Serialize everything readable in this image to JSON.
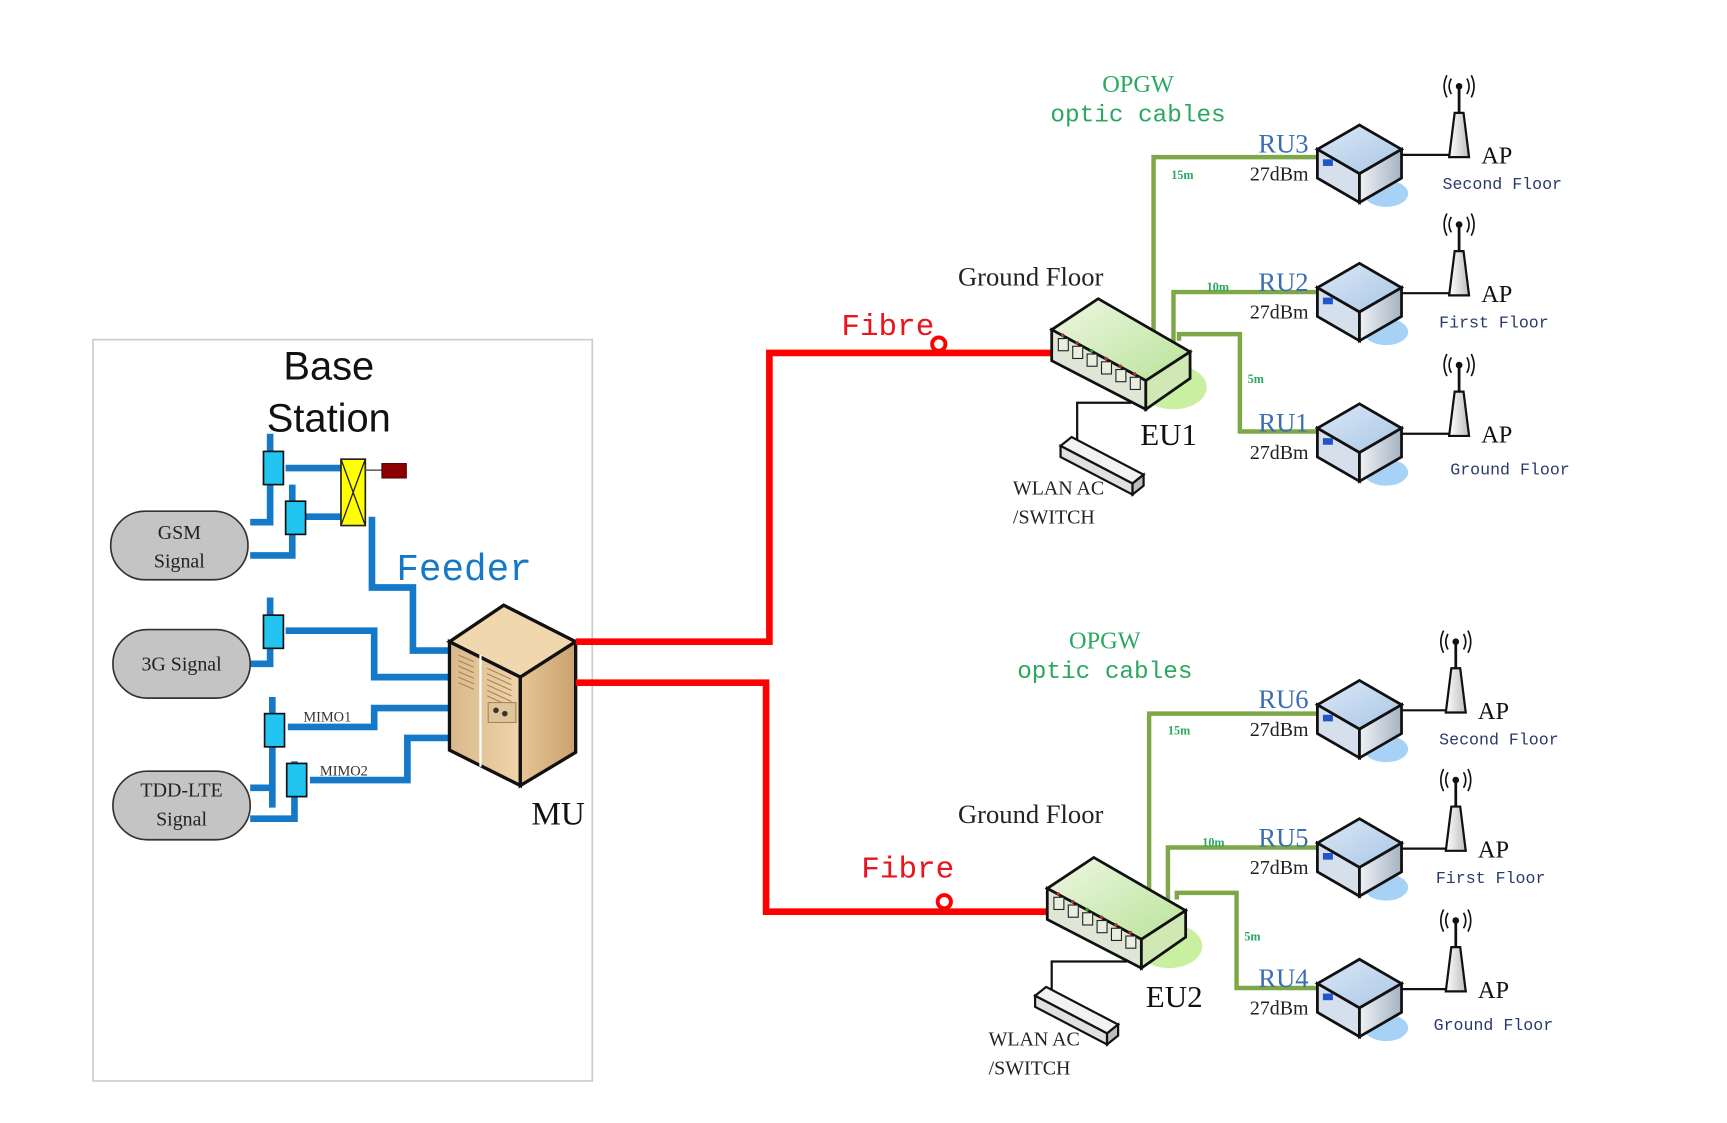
{
  "base_station": {
    "title_line1": "Base",
    "title_line2": "Station",
    "signals": [
      {
        "line1": "GSM",
        "line2": "Signal"
      },
      {
        "line1": "3G Signal",
        "line2": ""
      },
      {
        "line1": "TDD-LTE",
        "line2": "Signal"
      }
    ],
    "mimo_labels": [
      "MIMO1",
      "MIMO2"
    ],
    "feeder_label": "Feeder",
    "mu_label": "MU"
  },
  "fibre_label": "Fibre",
  "branches": [
    {
      "floor_label": "Ground Floor",
      "eu_label": "EU1",
      "opgw_line1": "OPGW",
      "opgw_line2": "optic cables",
      "wlan_line1": "WLAN AC",
      "wlan_line2": "/SWITCH",
      "remote_units": [
        {
          "name": "RU3",
          "power": "27dBm",
          "cable": "15m",
          "ap": "AP",
          "floor": "Second Floor"
        },
        {
          "name": "RU2",
          "power": "27dBm",
          "cable": "10m",
          "ap": "AP",
          "floor": "First Floor"
        },
        {
          "name": "RU1",
          "power": "27dBm",
          "cable": "5m",
          "ap": "AP",
          "floor": "Ground Floor"
        }
      ]
    },
    {
      "floor_label": "Ground Floor",
      "eu_label": "EU2",
      "opgw_line1": "OPGW",
      "opgw_line2": "optic cables",
      "wlan_line1": "WLAN AC",
      "wlan_line2": "/SWITCH",
      "remote_units": [
        {
          "name": "RU6",
          "power": "27dBm",
          "cable": "15m",
          "ap": "AP",
          "floor": "Second Floor"
        },
        {
          "name": "RU5",
          "power": "27dBm",
          "cable": "10m",
          "ap": "AP",
          "floor": "First Floor"
        },
        {
          "name": "RU4",
          "power": "27dBm",
          "cable": "5m",
          "ap": "AP",
          "floor": "Ground Floor"
        }
      ]
    }
  ],
  "colors": {
    "feeder": "#1479c8",
    "fibre": "#ff0000",
    "opgw": "#7ea848",
    "opgw_text": "#2aa860",
    "ru_text": "#3a6eb0"
  }
}
